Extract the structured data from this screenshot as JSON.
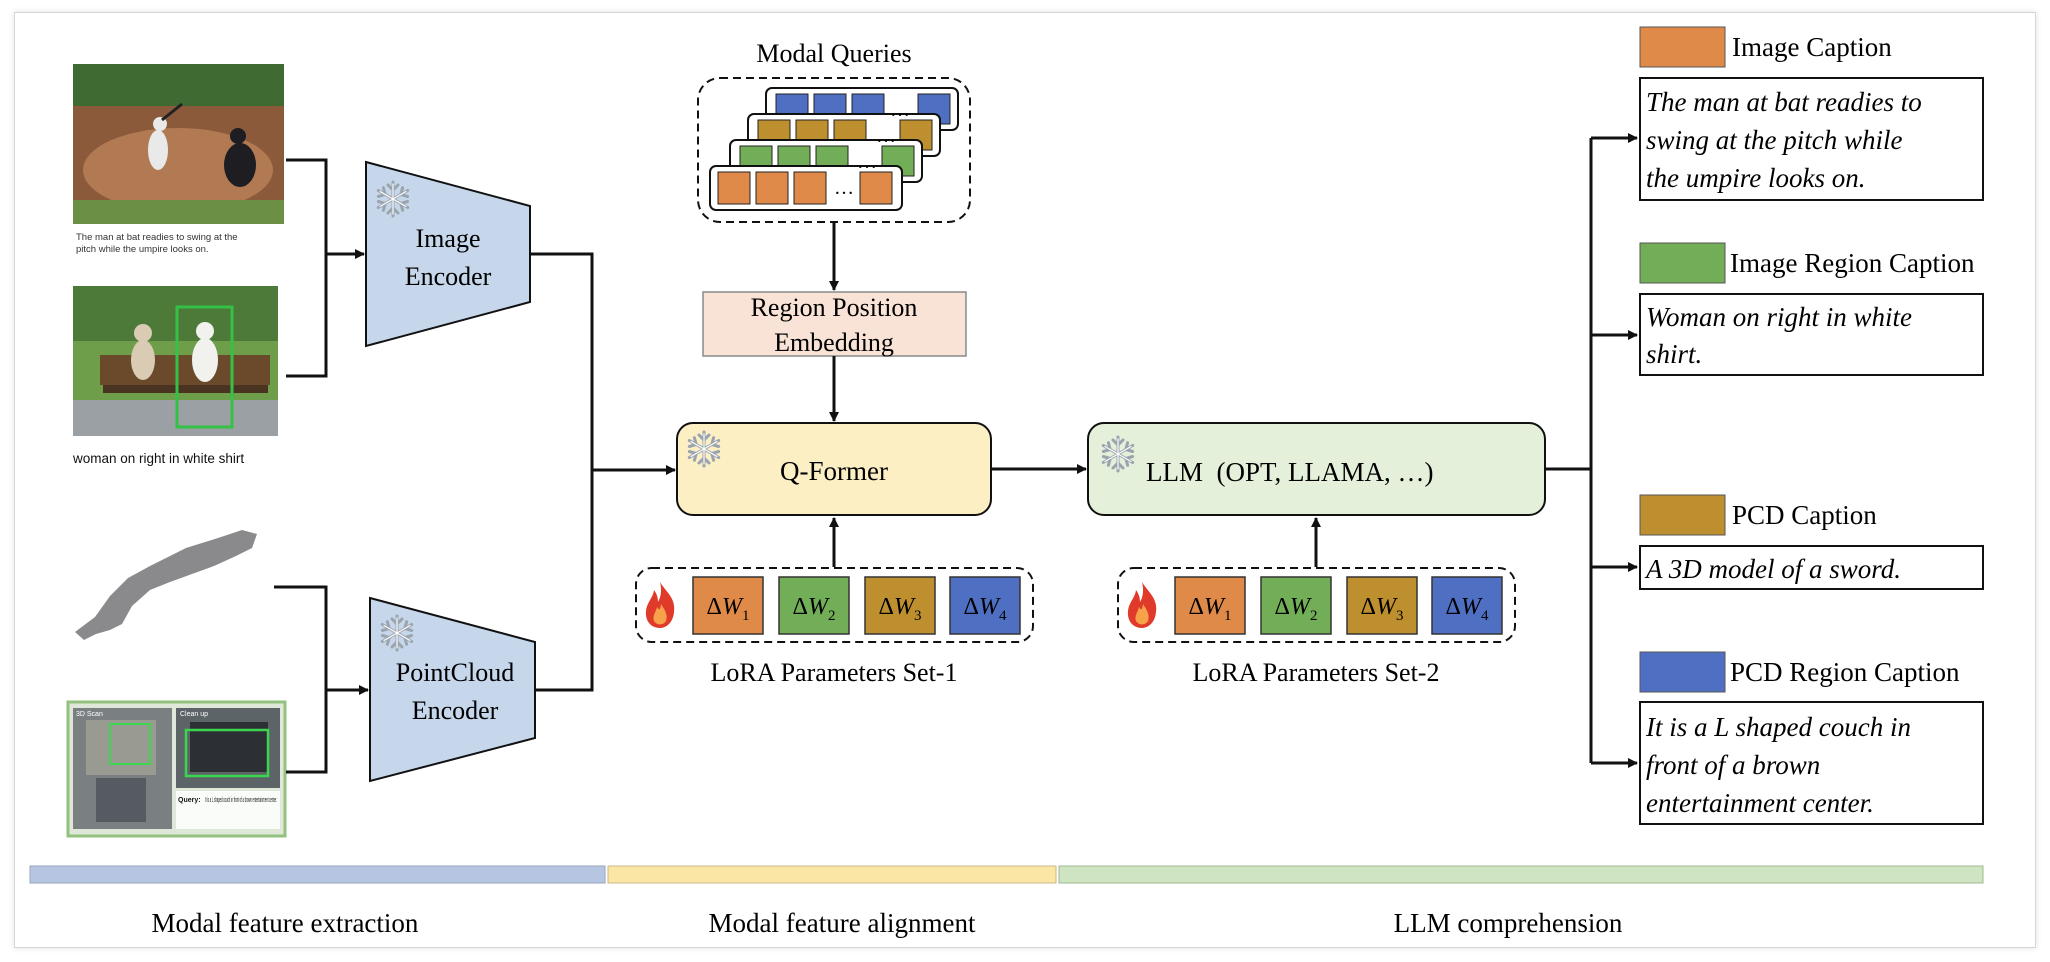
{
  "modal_queries": {
    "title": "Modal Queries",
    "ellipsis": "…"
  },
  "region_embedding": {
    "line1": "Region Position",
    "line2": "Embedding"
  },
  "image_encoder": {
    "line1": "Image",
    "line2": "Encoder"
  },
  "pointcloud_encoder": {
    "line1": "PointCloud",
    "line2": "Encoder"
  },
  "qformer": {
    "label": "Q-Former"
  },
  "llm": {
    "label": "LLM  (OPT, LLAMA, …)"
  },
  "lora1": {
    "label": "LoRA Parameters Set-1",
    "params": [
      "ΔW1",
      "ΔW2",
      "ΔW3",
      "ΔW4"
    ]
  },
  "lora2": {
    "label": "LoRA Parameters Set-2",
    "params": [
      "ΔW1",
      "ΔW2",
      "ΔW3",
      "ΔW4"
    ]
  },
  "inputs": {
    "image_caption": "The man at bat readies to swing at the pitch while the umpire looks on.",
    "region_caption": "woman on right in white shirt",
    "scene_tag_left": "3D Scan",
    "scene_tag_right": "Clean up",
    "scene_query_label": "Query:",
    "scene_query_text": "It is a L shaped couch in front of a brown entertainment center."
  },
  "outputs": [
    {
      "legend": "Image Caption",
      "color": "#E08A4A",
      "lines": [
        "The man at bat readies to",
        "swing at the pitch while",
        "the umpire looks on."
      ]
    },
    {
      "legend": "Image Region Caption",
      "color": "#72AE57",
      "lines": [
        "Woman on right in white",
        "shirt."
      ]
    },
    {
      "legend": "PCD Caption",
      "color": "#BE8F2E",
      "lines": [
        "A 3D model of a sword."
      ]
    },
    {
      "legend": "PCD Region Caption",
      "color": "#4F6FC3",
      "lines": [
        "It is a L shaped couch in",
        "front of a brown",
        "entertainment center."
      ]
    }
  ],
  "stages": [
    {
      "label": "Modal feature extraction",
      "color": "#B6C6E2"
    },
    {
      "label": "Modal feature alignment",
      "color": "#FBE6A6"
    },
    {
      "label": "LLM comprehension",
      "color": "#CFE5C2"
    }
  ],
  "colors": {
    "encoder_fill": "#C6D7EB",
    "qformer_fill": "#FCEFC4",
    "llm_fill": "#E4F0DA",
    "embedding_fill": "#F9E3D6",
    "query_orange": "#E08A4A",
    "query_olive": "#BE8F2E",
    "query_green": "#72AE57",
    "query_blue": "#4F6FC3"
  }
}
